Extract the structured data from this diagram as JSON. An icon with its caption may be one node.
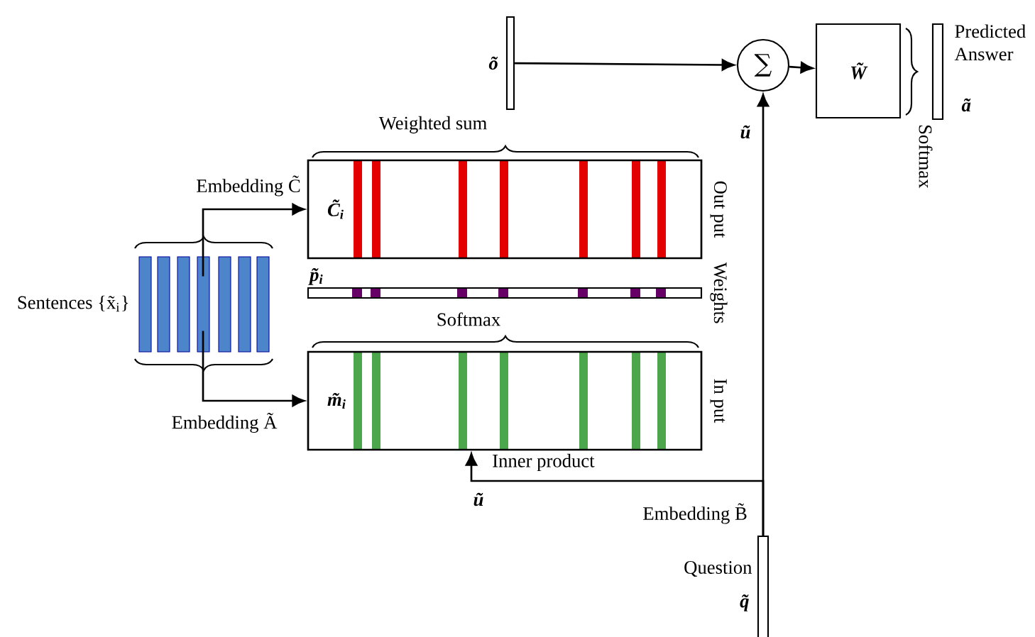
{
  "diagram": {
    "nodes": [
      {
        "text": [
          "Sentences {x̃$_{i}$}"
        ]
      },
      {
        "text": [
          "C̃$_{i}$"
        ],
        "beside": [
          "Out put"
        ]
      },
      {
        "text": [
          "p̃$_{i}$"
        ],
        "beside": [
          "Weights"
        ]
      },
      {
        "text": [
          "m̃$_{i}$"
        ],
        "beside": [
          "In put"
        ]
      },
      {
        "text": [
          "õ"
        ]
      },
      {
        "text": [
          "∑"
        ]
      },
      {
        "text": [
          "W̃"
        ]
      },
      {
        "text": [
          "Predicted Answer",
          "ã"
        ]
      },
      {
        "text": [
          "Question",
          "q̃"
        ]
      }
    ],
    "edges": [
      {
        "from": 0,
        "to": 1,
        "arrow": "to",
        "label": "Embedding C̃"
      },
      {
        "from": 0,
        "to": 3,
        "arrow": "to",
        "label": "Embedding Ã"
      },
      {
        "from": 4,
        "to": 5,
        "arrow": "to"
      },
      {
        "from": 5,
        "to": 6,
        "arrow": "to"
      },
      {
        "from": 8,
        "to": 5,
        "arrow": "to",
        "label": "Embedding B̃"
      },
      {
        "from": 8,
        "to": 3,
        "arrow": "to",
        "label": "Inner product"
      }
    ],
    "labels": [
      "Weighted sum",
      "ũ",
      "Softmax",
      "Softmax",
      "ũ"
    ]
  }
}
